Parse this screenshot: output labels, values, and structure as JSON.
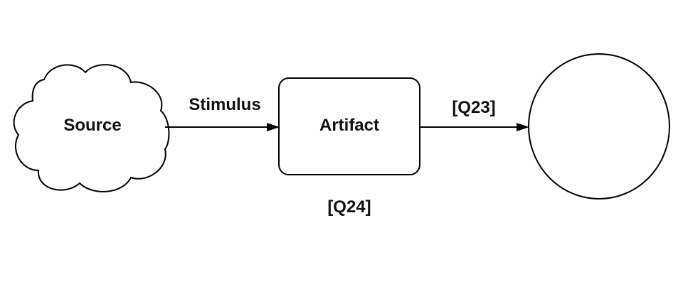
{
  "diagram": {
    "nodes": {
      "source": {
        "label": "Source",
        "shape": "cloud"
      },
      "artifact": {
        "label": "Artifact",
        "shape": "rounded-rectangle"
      },
      "response": {
        "label": "",
        "shape": "circle"
      }
    },
    "edges": {
      "source_to_artifact": {
        "label": "Stimulus"
      },
      "artifact_to_response": {
        "label": "[Q23]"
      }
    },
    "annotations": {
      "environment": "[Q24]"
    },
    "colors": {
      "stroke": "#000000",
      "fill": "#ffffff",
      "text": "#111111"
    }
  }
}
